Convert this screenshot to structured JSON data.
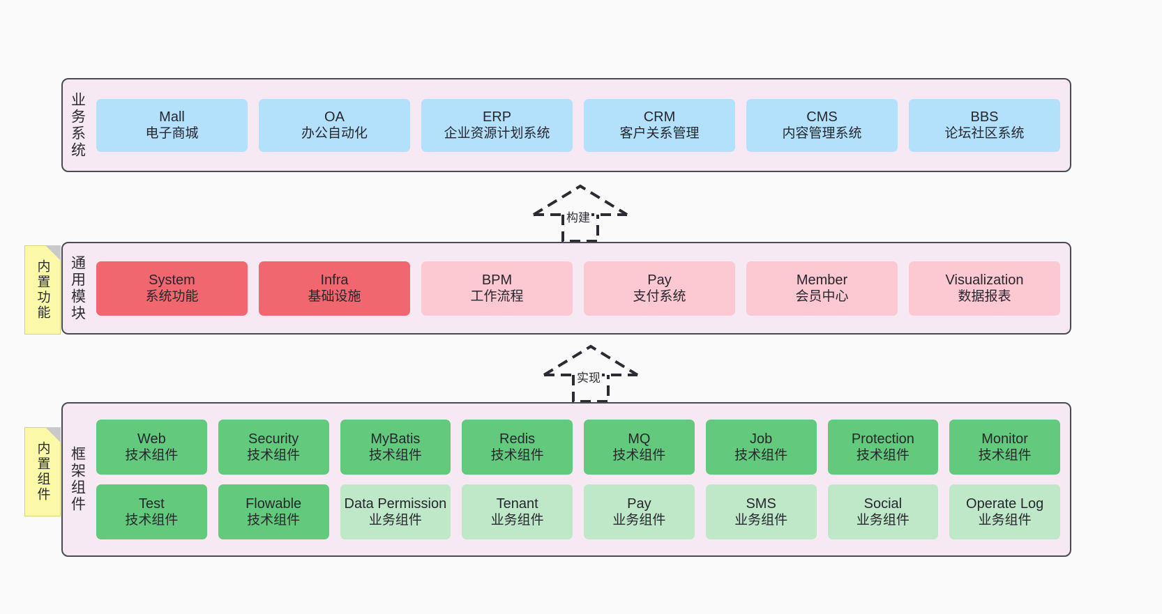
{
  "layers": [
    {
      "id": "business-system",
      "title": "业务系统",
      "rows": [
        {
          "style": "c-blue",
          "cards": [
            {
              "en": "Mall",
              "cn": "电子商城"
            },
            {
              "en": "OA",
              "cn": "办公自动化"
            },
            {
              "en": "ERP",
              "cn": "企业资源计划系统"
            },
            {
              "en": "CRM",
              "cn": "客户关系管理"
            },
            {
              "en": "CMS",
              "cn": "内容管理系统"
            },
            {
              "en": "BBS",
              "cn": "论坛社区系统"
            }
          ]
        }
      ]
    },
    {
      "id": "common-module",
      "title": "通用模块",
      "note": "内置功能",
      "rows": [
        {
          "cards": [
            {
              "en": "System",
              "cn": "系统功能",
              "style": "c-red"
            },
            {
              "en": "Infra",
              "cn": "基础设施",
              "style": "c-red"
            },
            {
              "en": "BPM",
              "cn": "工作流程",
              "style": "c-pink"
            },
            {
              "en": "Pay",
              "cn": "支付系统",
              "style": "c-pink"
            },
            {
              "en": "Member",
              "cn": "会员中心",
              "style": "c-pink"
            },
            {
              "en": "Visualization",
              "cn": "数据报表",
              "style": "c-pink"
            }
          ]
        }
      ]
    },
    {
      "id": "framework-component",
      "title": "框架组件",
      "note": "内置组件",
      "rows": [
        {
          "cards": [
            {
              "en": "Web",
              "cn": "技术组件",
              "style": "c-green"
            },
            {
              "en": "Security",
              "cn": "技术组件",
              "style": "c-green"
            },
            {
              "en": "MyBatis",
              "cn": "技术组件",
              "style": "c-green"
            },
            {
              "en": "Redis",
              "cn": "技术组件",
              "style": "c-green"
            },
            {
              "en": "MQ",
              "cn": "技术组件",
              "style": "c-green"
            },
            {
              "en": "Job",
              "cn": "技术组件",
              "style": "c-green"
            },
            {
              "en": "Protection",
              "cn": "技术组件",
              "style": "c-green"
            },
            {
              "en": "Monitor",
              "cn": "技术组件",
              "style": "c-green"
            }
          ]
        },
        {
          "cards": [
            {
              "en": "Test",
              "cn": "技术组件",
              "style": "c-green"
            },
            {
              "en": "Flowable",
              "cn": "技术组件",
              "style": "c-green"
            },
            {
              "en": "Data Permission",
              "cn": "业务组件",
              "style": "c-lightgreen",
              "wrap": true
            },
            {
              "en": "Tenant",
              "cn": "业务组件",
              "style": "c-lightgreen"
            },
            {
              "en": "Pay",
              "cn": "业务组件",
              "style": "c-lightgreen"
            },
            {
              "en": "SMS",
              "cn": "业务组件",
              "style": "c-lightgreen"
            },
            {
              "en": "Social",
              "cn": "业务组件",
              "style": "c-lightgreen"
            },
            {
              "en": "Operate Log",
              "cn": "业务组件",
              "style": "c-lightgreen"
            }
          ]
        }
      ]
    }
  ],
  "connectors": [
    {
      "id": "build",
      "label": "构建"
    },
    {
      "id": "implement",
      "label": "实现"
    }
  ],
  "colors": {
    "canvas_background": "#fafafa",
    "layer_background": "#f7e9f3",
    "layer_border": "#4a4a52",
    "business_card": "#b3e0fb",
    "core_module_card": "#f1676f",
    "module_card": "#fcc8d2",
    "tech_component_card": "#63c97c",
    "biz_component_card": "#bfe8c8",
    "note_background": "#fbf8a8",
    "note_fold": "#c9c9c9",
    "text": "#26262e"
  }
}
